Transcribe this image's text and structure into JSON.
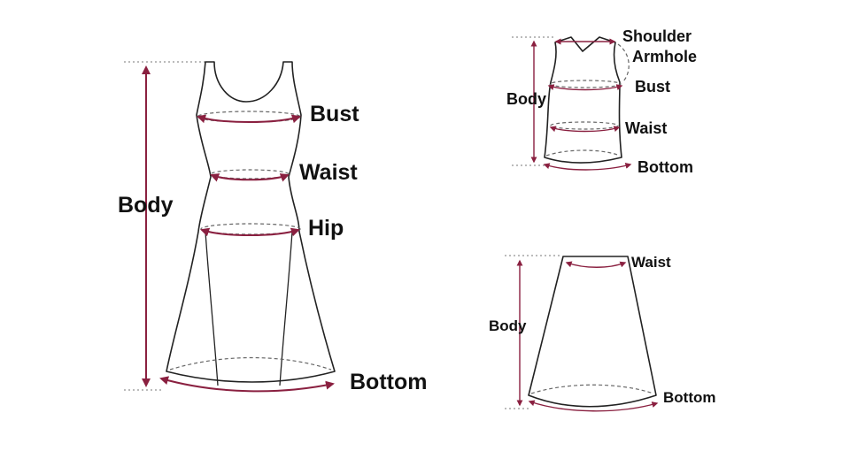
{
  "colors": {
    "measure_line": "#8a2040",
    "outline": "#222222",
    "guide": "#777777",
    "label": "#111111"
  },
  "dress": {
    "bust": "Bust",
    "waist": "Waist",
    "hip": "Hip",
    "body": "Body",
    "bottom": "Bottom"
  },
  "top": {
    "shoulder": "Shoulder",
    "armhole": "Armhole",
    "body": "Body",
    "bust": "Bust",
    "waist": "Waist",
    "bottom": "Bottom"
  },
  "skirt": {
    "waist": "Waist",
    "body": "Body",
    "bottom": "Bottom"
  }
}
